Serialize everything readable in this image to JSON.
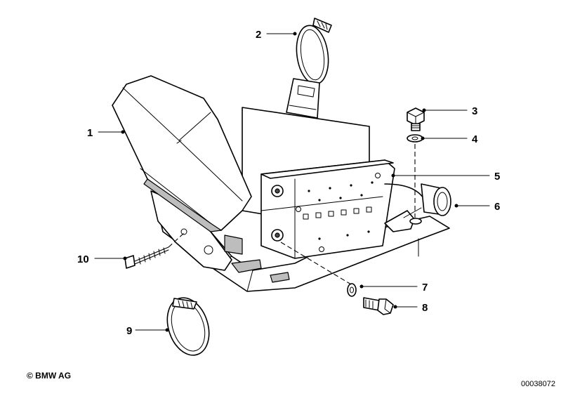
{
  "callouts": [
    {
      "number": "1"
    },
    {
      "number": "2"
    },
    {
      "number": "3"
    },
    {
      "number": "4"
    },
    {
      "number": "5"
    },
    {
      "number": "6"
    },
    {
      "number": "7"
    },
    {
      "number": "8"
    },
    {
      "number": "9"
    },
    {
      "number": "10"
    }
  ],
  "footer": {
    "copyright": "© BMW AG",
    "drawing_number": "00038072"
  }
}
